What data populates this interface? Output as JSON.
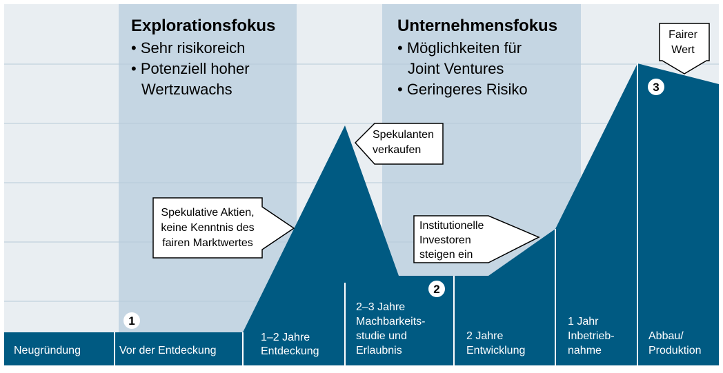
{
  "colors": {
    "background": "#e9eef2",
    "band": "#c5d6e3",
    "curve": "#005a82",
    "grid": "#b7c9d8",
    "white": "#ffffff"
  },
  "focus": {
    "exploration": {
      "title": "Explorationsfokus",
      "bullets": [
        "• Sehr risikoreich",
        "• Potenziell hoher",
        "Wertzuwachs"
      ]
    },
    "company": {
      "title": "Unternehmensfokus",
      "bullets": [
        "• Möglichkeiten für",
        "Joint Ventures",
        "• Geringeres Risiko"
      ]
    }
  },
  "callouts": {
    "speculative": [
      "Spekulative Aktien,",
      "keine Kenntnis des",
      "fairen Marktwertes"
    ],
    "speculators": [
      "Spekulanten",
      "verkaufen"
    ],
    "institutional": [
      "Institutionelle",
      "Investoren",
      "steigen ein"
    ],
    "fair_value": [
      "Fairer",
      "Wert"
    ]
  },
  "markers": [
    "1",
    "2",
    "3"
  ],
  "stages": [
    [
      "Neugründung"
    ],
    [
      "Vor der Entdeckung"
    ],
    [
      "1–2 Jahre",
      "Entdeckung"
    ],
    [
      "2–3 Jahre",
      "Machbarkeits-",
      "studie und",
      "Erlaubnis"
    ],
    [
      "2 Jahre",
      "Entwicklung"
    ],
    [
      "1 Jahr",
      "Inbetrieb-",
      "nahme"
    ],
    [
      "Abbau/",
      "Produktion"
    ]
  ]
}
